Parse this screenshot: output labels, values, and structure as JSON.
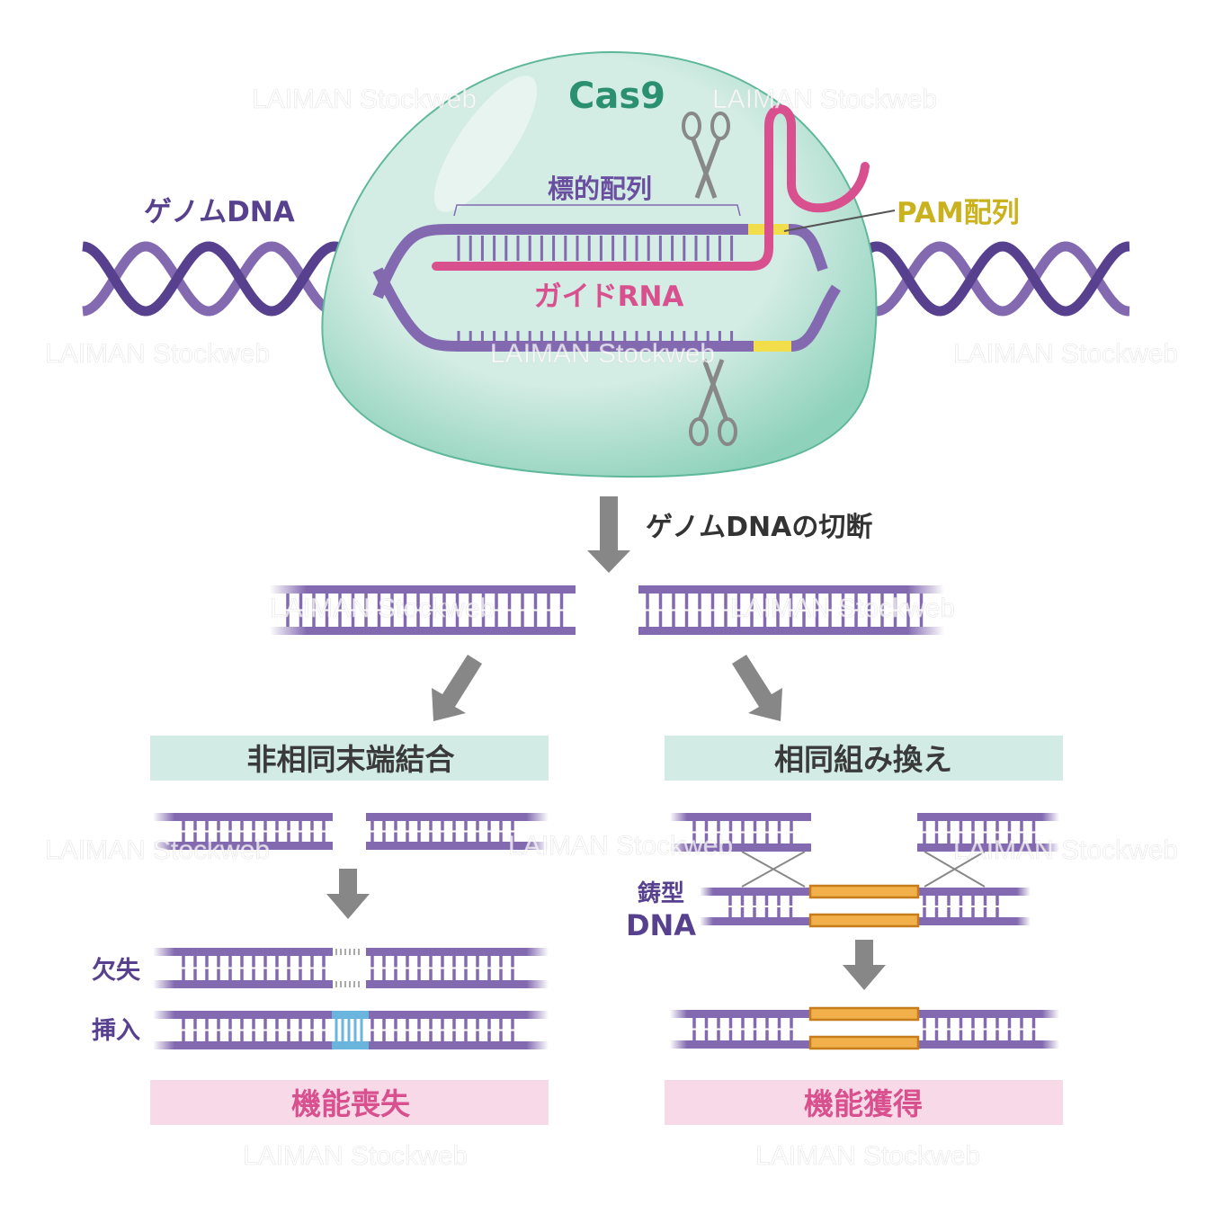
{
  "labels": {
    "cas9": "Cas9",
    "genome_dna": "ゲノムDNA",
    "target_sequence": "標的配列",
    "pam_sequence": "PAM配列",
    "guide_rna": "ガイドRNA",
    "cleavage": "ゲノムDNAの切断",
    "nhej": "非相同末端結合",
    "hr": "相同組み換え",
    "deletion": "欠失",
    "insertion": "挿入",
    "template_dna_1": "鋳型",
    "template_dna_2": "DNA",
    "loss_of_function": "機能喪失",
    "gain_of_function": "機能獲得"
  },
  "watermark": "LAIMAN Stockweb",
  "colors": {
    "dna_strand": "#836ab0",
    "dna_dark": "#57418f",
    "cas9_fill": "#cfe9e1",
    "cas9_text": "#2a9070",
    "guide_rna": "#d9508f",
    "pam": "#f2de4a",
    "pam_text": "#c9b21e",
    "insertion": "#6ab5dd",
    "template": "#f2b04a",
    "header_green": "#d2ebe4",
    "header_pink": "#f7d9e8",
    "arrow": "#878787"
  },
  "icons": [
    "scissors-icon",
    "scissors-icon",
    "arrow-down-icon",
    "arrow-down-left-icon",
    "arrow-down-right-icon",
    "arrow-down-icon",
    "arrow-down-icon"
  ]
}
